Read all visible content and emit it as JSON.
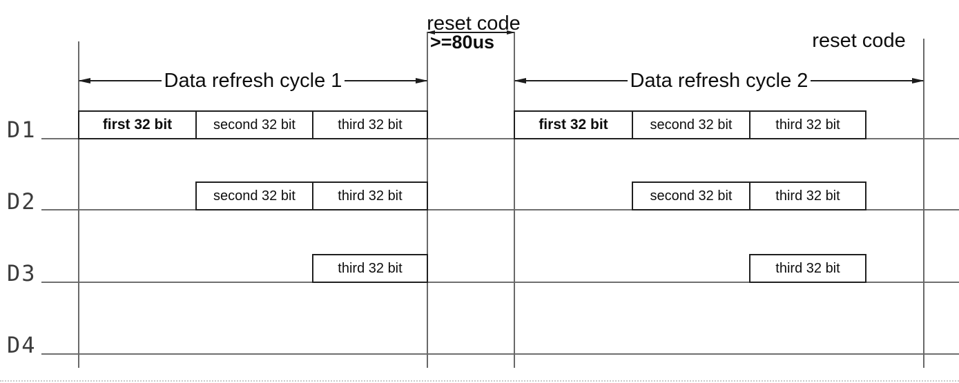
{
  "labels": {
    "reset_code_top": "reset code",
    "reset_duration": ">=80us",
    "reset_code_right": "reset code",
    "cycle1": "Data refresh cycle 1",
    "cycle2": "Data refresh cycle 2"
  },
  "rows": [
    {
      "label": "D1",
      "boxes": [
        "first 32 bit",
        "second 32 bit",
        "third 32 bit",
        "first 32 bit",
        "second 32 bit",
        "third 32 bit"
      ]
    },
    {
      "label": "D2",
      "boxes": [
        "second 32 bit",
        "third 32 bit",
        "second 32 bit",
        "third 32 bit"
      ]
    },
    {
      "label": "D3",
      "boxes": [
        "third 32 bit",
        "third 32 bit"
      ]
    },
    {
      "label": "D4",
      "boxes": []
    }
  ],
  "colors": {
    "background": "#ffffff",
    "baseline_gray": "#6e6e6e",
    "ink": "#1c1c1c",
    "text": "#0d0d0d"
  }
}
